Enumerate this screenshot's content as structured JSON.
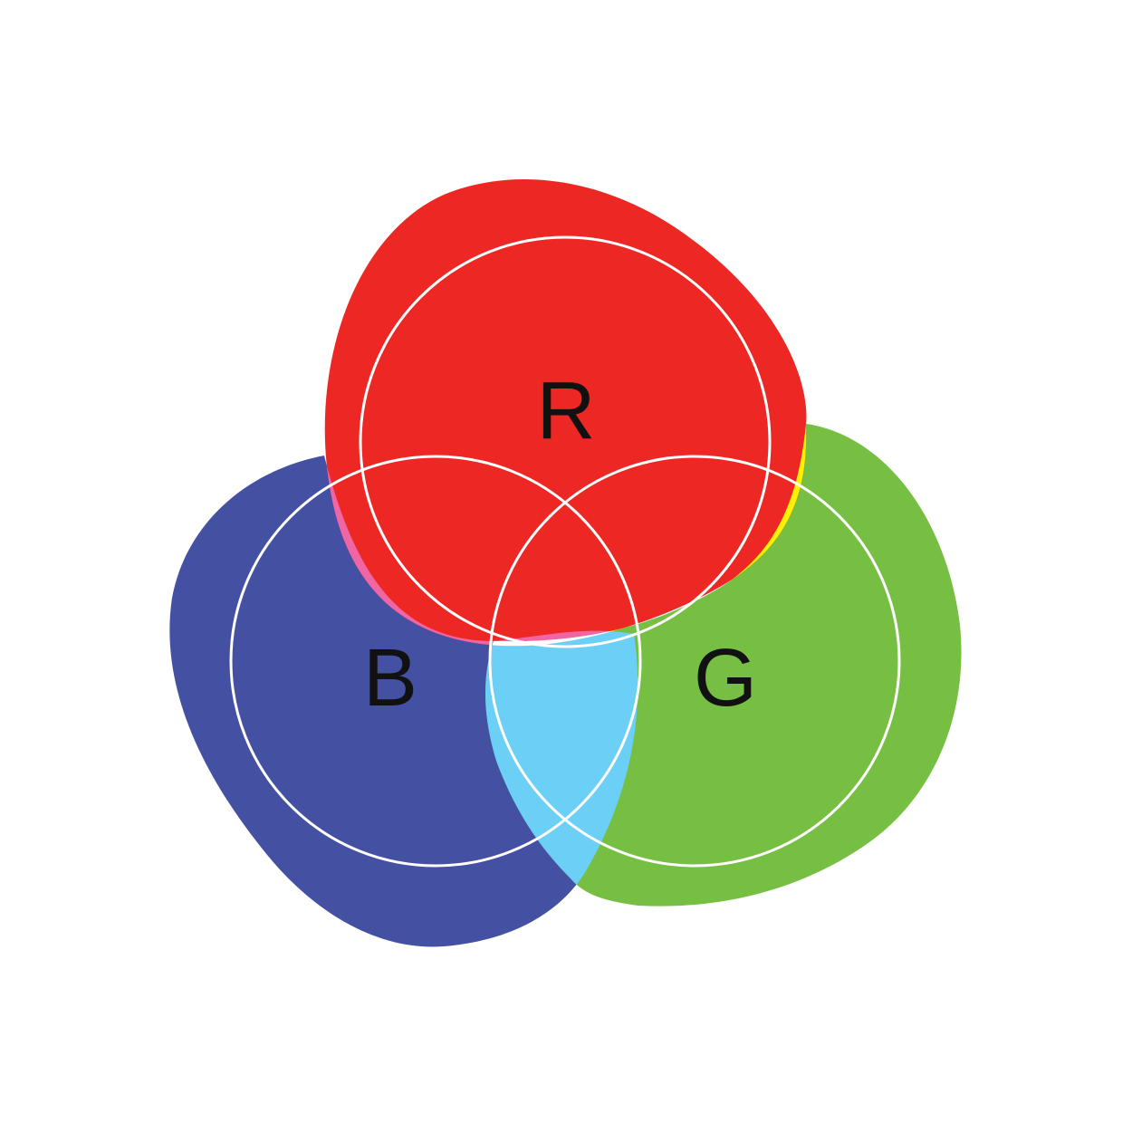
{
  "diagram": {
    "type": "rgb-additive-venn",
    "background_color": "#ffffff",
    "sets": {
      "red": {
        "label": "R",
        "color": "#ec2724"
      },
      "green": {
        "label": "G",
        "color": "#76bf43"
      },
      "blue": {
        "label": "B",
        "color": "#4451a3"
      }
    },
    "overlaps": {
      "red_blue": {
        "color": "#f066a5"
      },
      "red_green": {
        "color": "#fff200"
      },
      "green_blue": {
        "color": "#6bcff6"
      },
      "all_three": {
        "color": "#ffffff"
      }
    },
    "outline_color": "#ffffff",
    "label_color": "#111111"
  }
}
